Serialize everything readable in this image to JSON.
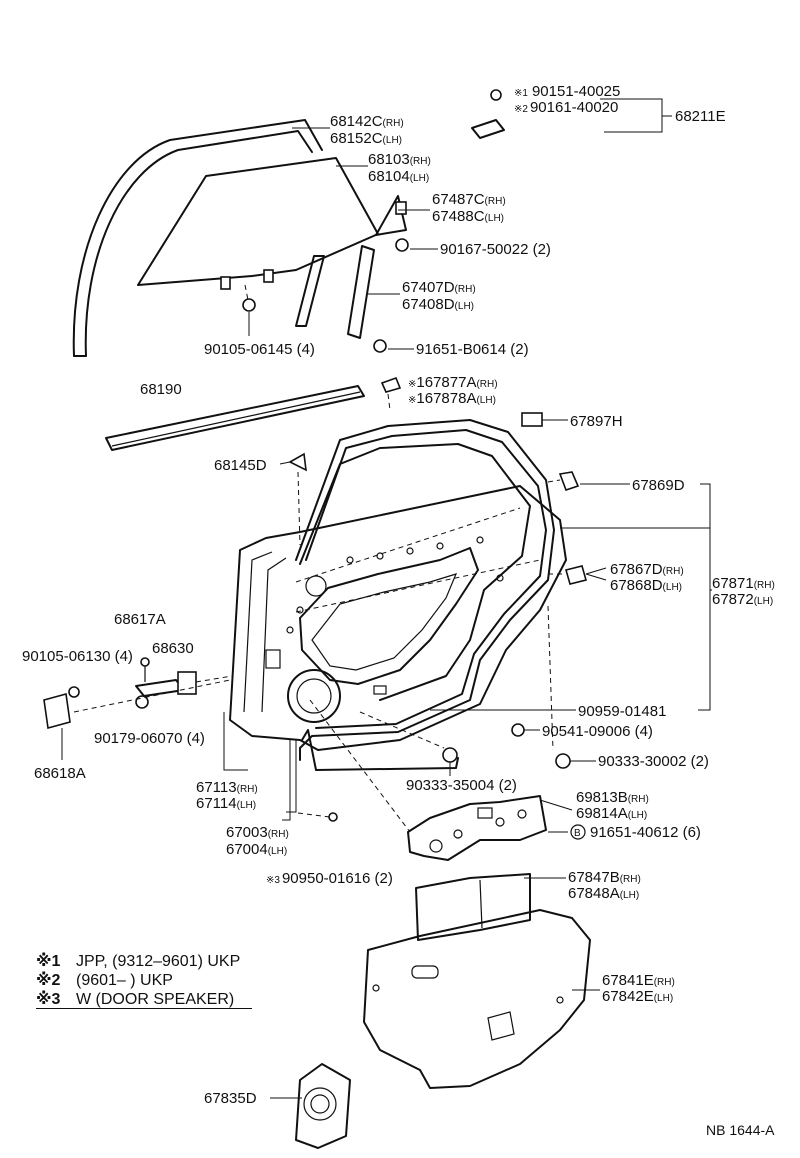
{
  "parts": {
    "glass_run": [
      "68142C",
      "68152C"
    ],
    "glass": [
      "68103",
      "68104"
    ],
    "quarter_glass": [
      "67487C",
      "67488C"
    ],
    "quarter_bolt": "90167-50022 (2)",
    "division_bar": [
      "67407D",
      "67408D"
    ],
    "division_bolt": "91651-B0614 (2)",
    "glass_bolt": "90105-06145 (4)",
    "bolt_a": "90151-40025",
    "bolt_b": "90161-40020",
    "bolt_group": "68211E",
    "belt_moulding": "68190",
    "stopper": [
      "167877A",
      "167878A"
    ],
    "clip_67897": "67897H",
    "cushion": "68145D",
    "striker": "67869D",
    "hinge_upper": [
      "67867D",
      "67868D"
    ],
    "weatherstrip": [
      "67871",
      "67872"
    ],
    "check_pin": "68617A",
    "check": "68630",
    "hinge_bolt": "90105-06130 (4)",
    "nut": "90179-06070 (4)",
    "hinge_lower": "68618A",
    "door_panel": [
      "67003",
      "67004"
    ],
    "door_frame": [
      "67113",
      "67114"
    ],
    "plug_01481": "90959-01481",
    "clip_09006": "90541-09006 (4)",
    "plug_30002": "90333-30002 (2)",
    "plug_35004": "90333-35004 (2)",
    "regulator": [
      "69813B",
      "69814A"
    ],
    "reg_bolt": "91651-40612 (6)",
    "speaker_screw": "90950-01616 (2)",
    "service_cover": [
      "67847B",
      "67848A"
    ],
    "trim_board": [
      "67841E",
      "67842E"
    ],
    "speaker_cover": "67835D"
  },
  "side": {
    "rh": "(RH)",
    "lh": "(LH)"
  },
  "marks": {
    "m1": "※1",
    "m2": "※2",
    "m3": "※3",
    "m": "※",
    "b": "B"
  },
  "notes": [
    {
      "mark": "※1",
      "text": "JPP, (9312–9601) UKP"
    },
    {
      "mark": "※2",
      "text": "(9601–        ) UKP"
    },
    {
      "mark": "※3",
      "text": "W (DOOR SPEAKER)"
    }
  ],
  "code": "NB 1644-A"
}
